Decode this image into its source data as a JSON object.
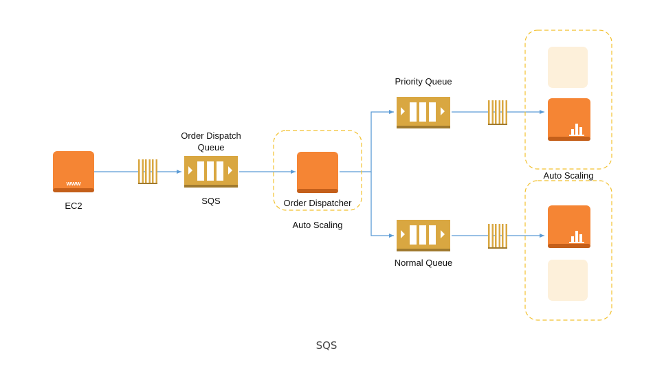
{
  "labels": {
    "ec2": "EC2",
    "ec2_badge": "www",
    "order_queue_line1": "Order Dispatch",
    "order_queue_line2": "Queue",
    "sqs": "SQS",
    "order_dispatcher": "Order Dispatcher",
    "auto_scaling_mid": "Auto Scaling",
    "priority_queue": "Priority Queue",
    "normal_queue": "Normal Queue",
    "auto_scaling_top": "Auto Scaling"
  },
  "caption": "SQS",
  "colors": {
    "orange": "#F58534",
    "orange_dark": "#C45F1A",
    "orange_faded": "#FDF0DA",
    "queue_gold": "#D9A741",
    "queue_gold_dark": "#A07A2E",
    "arrow_blue": "#5B9BD5",
    "dashed_border": "#F2C12E"
  },
  "icons": [
    "www-icon",
    "queue-icon",
    "server-icon",
    "bar-chart-icon"
  ]
}
